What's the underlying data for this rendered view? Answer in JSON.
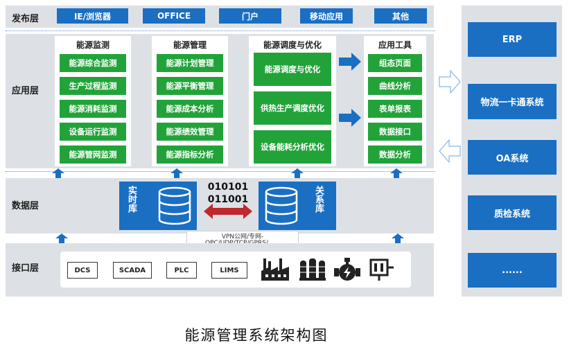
{
  "layers": {
    "publish": "发布层",
    "application": "应用层",
    "data": "数据层",
    "interface": "接口层"
  },
  "publish_items": [
    "IE/浏览器",
    "OFFICE",
    "门户",
    "移动应用",
    "其他"
  ],
  "modules": [
    {
      "title": "能源监测",
      "items": [
        "能源综合监测",
        "生产过程监测",
        "能源消耗监测",
        "设备运行监测",
        "能源管网监测"
      ]
    },
    {
      "title": "能源管理",
      "items": [
        "能源计划管理",
        "能源平衡管理",
        "能源成本分析",
        "能源绩效管理",
        "能源指标分析"
      ]
    },
    {
      "title": "能源调度与优化",
      "items": [
        "能源调度与优化",
        "供热生产调度优化",
        "设备能耗分析优化"
      ]
    },
    {
      "title": "应用工具",
      "items": [
        "组态页面",
        "曲线分析",
        "表单报表",
        "数据接口",
        "数据分析"
      ]
    }
  ],
  "data_layer": {
    "realtime_db": "实时库",
    "relational_db": "关系库",
    "binary_top": "010101",
    "binary_bottom": "011001",
    "network_line1": "VPN公网/专网-",
    "network_line2": "OPC/UDP/TCP/GPRS/......"
  },
  "interface_items": [
    "DCS",
    "SCADA",
    "PLC",
    "LIMS"
  ],
  "interface_icons": [
    "factory-icon",
    "tanks-icon",
    "valve-icon",
    "meter-icon"
  ],
  "side_systems": [
    "ERP",
    "物流一卡通系统",
    "OA系统",
    "质检系统",
    "......"
  ],
  "caption": "能源管理系统架构图",
  "colors": {
    "blue": "#1a6fc2",
    "green": "#22a33a",
    "band": "#dde1e6",
    "red": "#c0282d"
  }
}
